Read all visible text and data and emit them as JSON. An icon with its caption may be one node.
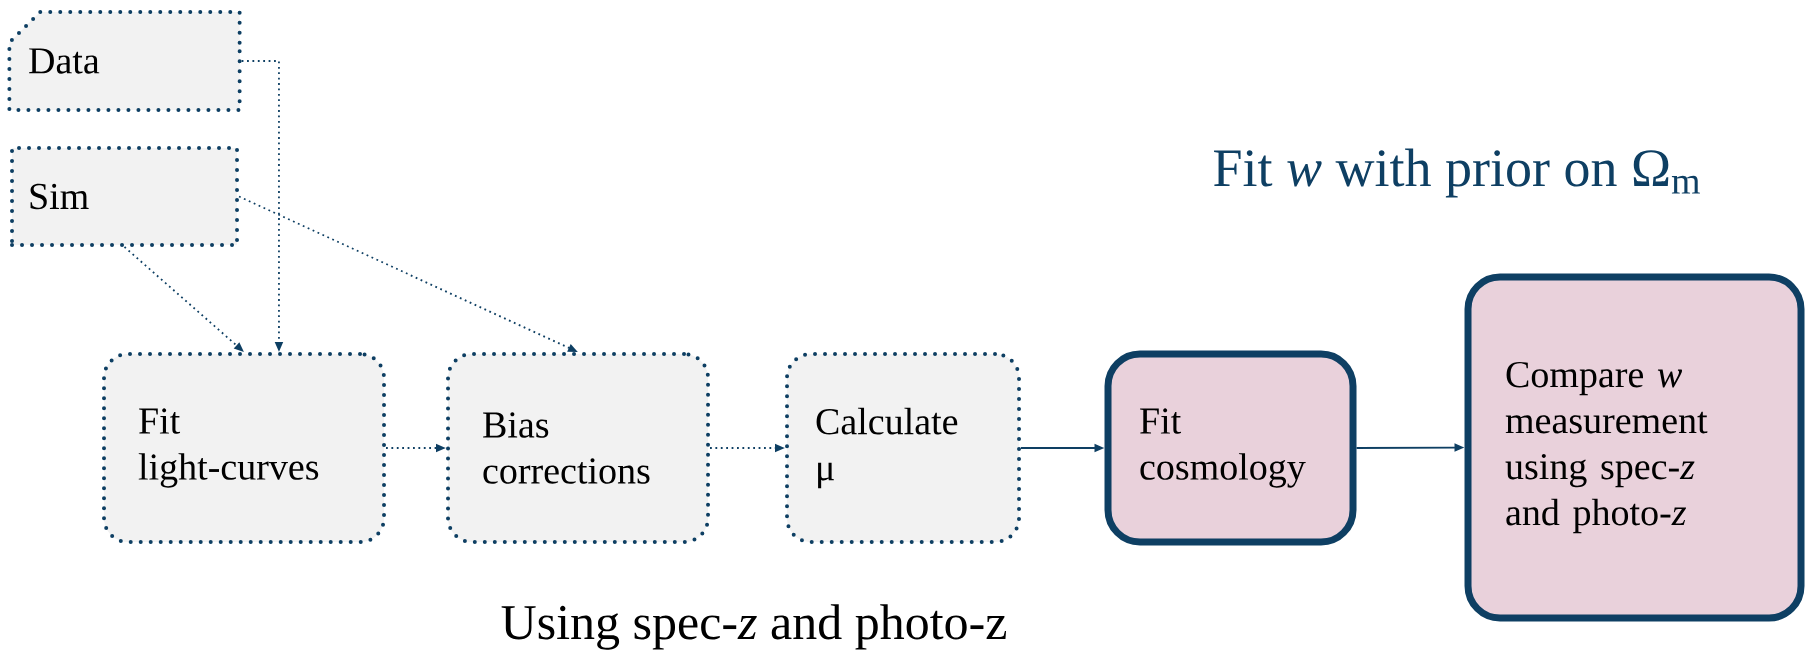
{
  "diagram": {
    "nodes": [
      {
        "text": [
          "Data"
        ]
      },
      {
        "text": [
          "Sim"
        ]
      },
      {
        "text": [
          "Fit light-curves"
        ]
      },
      {
        "text": [
          "Bias corrections"
        ]
      },
      {
        "text": [
          "Calculate μ"
        ]
      },
      {
        "text": [
          "Fit cosmology"
        ]
      },
      {
        "text": [
          "Compare *w* measurement using spec-*z* and photo-*z*"
        ]
      }
    ],
    "edges": [
      {
        "from": 0,
        "to": 2,
        "arrow": "to",
        "style": "dashed"
      },
      {
        "from": 1,
        "to": 2,
        "arrow": "to",
        "style": "dashed"
      },
      {
        "from": 1,
        "to": 3,
        "arrow": "to",
        "style": "dashed"
      },
      {
        "from": 2,
        "to": 3,
        "arrow": "to",
        "style": "dashed"
      },
      {
        "from": 3,
        "to": 4,
        "arrow": "to",
        "style": "dashed"
      },
      {
        "from": 4,
        "to": 5,
        "arrow": "to"
      },
      {
        "from": 5,
        "to": 6,
        "arrow": "to"
      }
    ],
    "labels": [
      "Fit *w* with prior on Ω$_{m}$",
      "Using spec-*z* and photo-z"
    ]
  }
}
